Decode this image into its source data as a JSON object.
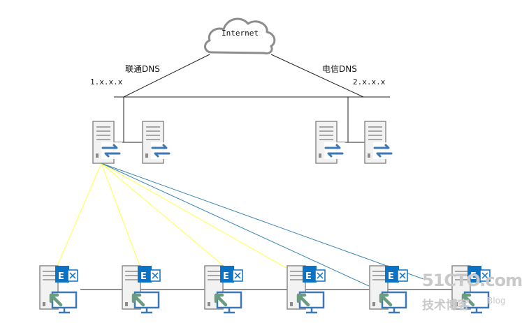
{
  "internet_label": "Internet",
  "isp_left": {
    "name": "联通DNS",
    "ip": "1.x.x.x"
  },
  "isp_right": {
    "name": "电信DNS",
    "ip": "2.x.x.x"
  },
  "exchange_badge": "E",
  "colors": {
    "server_gray": "#8c8c8c",
    "arrow_blue": "#3d78b5",
    "exchange_blue": "#0b72c4",
    "link_yellow": "#ffff66",
    "link_blue": "#3a87b5",
    "line_black": "#222222",
    "client_green": "#6a9c82"
  },
  "watermark": {
    "main": "51CTO.com",
    "sub": "技术博客",
    "blog": "Blog"
  }
}
